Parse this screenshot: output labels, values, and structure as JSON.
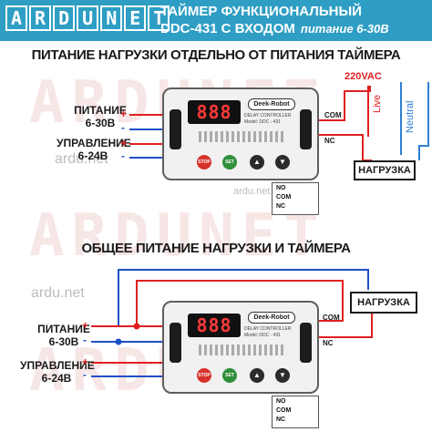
{
  "header": {
    "logo_letters": [
      "A",
      "R",
      "D",
      "U",
      "N",
      "E",
      "T"
    ],
    "line1": "ТАЙМЕР ФУНКЦИОНАЛЬНЫЙ",
    "line2": "DDC-431 С ВХОДОМ",
    "line2_sub": "питание 6-30В",
    "background_color": "#2f9ec4"
  },
  "watermark": {
    "big": "ARDUNET",
    "small": "ardu.net"
  },
  "diagram1": {
    "title": "ПИТАНИЕ НАГРУЗКИ ОТДЕЛЬНО ОТ ПИТАНИЯ ТАЙМЕРА",
    "power_label": "ПИТАНИЕ\n6-30В",
    "control_label": "УПРАВЛЕНИЕ\n6-24В",
    "voltage": "220VAC",
    "live_label": "Live",
    "neutral_label": "Neutral",
    "load_label": "НАГРУЗКА",
    "com_label": "COM",
    "nc_label": "NC"
  },
  "diagram2": {
    "title": "ОБЩЕЕ ПИТАНИЕ НАГРУЗКИ И ТАЙМЕРА",
    "power_label": "ПИТАНИЕ\n6-30В",
    "control_label": "УПРАВЛЕНИЕ\n6-24В",
    "load_label": "НАГРУЗКА",
    "com_label": "COM",
    "nc_label": "NC"
  },
  "device": {
    "display": "888",
    "brand": "Deek-Robot",
    "model_line1": "DELAY CONTROLLER",
    "model_line2": "Model: DDC - 431",
    "btn_stop": "STOP",
    "btn_set": "SET",
    "btn_up": "▲",
    "btn_down": "▼"
  },
  "relay": {
    "no": "NO",
    "com": "COM",
    "nc": "NC"
  },
  "polarity": {
    "plus": "+",
    "minus": "-"
  },
  "colors": {
    "positive_wire": "#e02020",
    "negative_wire": "#1f50c8",
    "ac_live": "#e02020",
    "ac_neutral": "#2f7fd0"
  }
}
